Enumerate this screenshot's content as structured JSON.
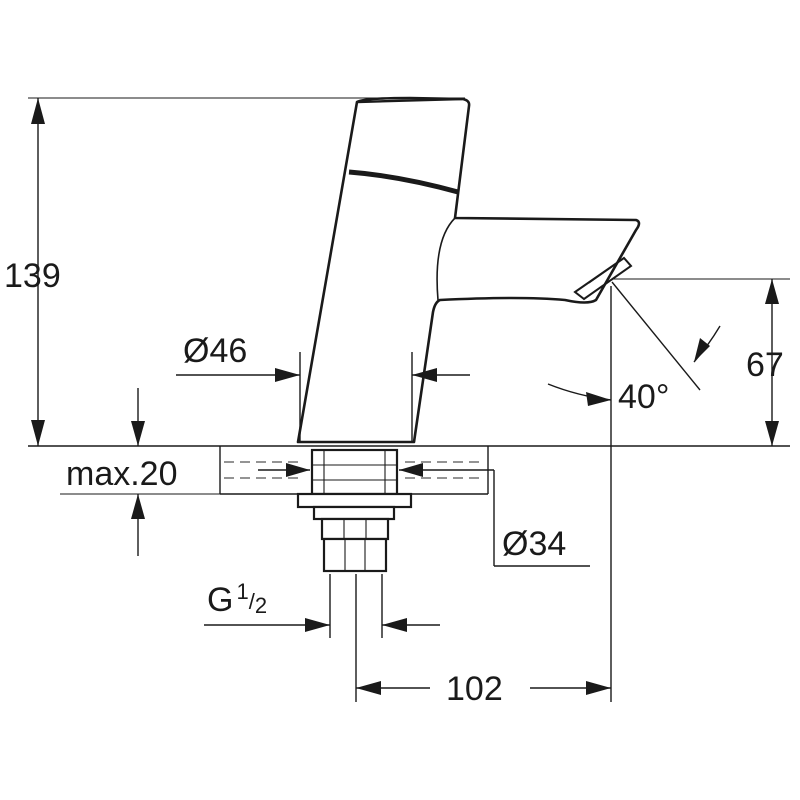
{
  "dimensions": {
    "height_total": "139",
    "height_spout": "67",
    "diameter_body": "Ø46",
    "diameter_hole": "Ø34",
    "max_thickness": "max.20",
    "thread_base": "G",
    "thread_num": "1",
    "thread_den": "2",
    "projection": "102",
    "spray_angle": "40°"
  }
}
